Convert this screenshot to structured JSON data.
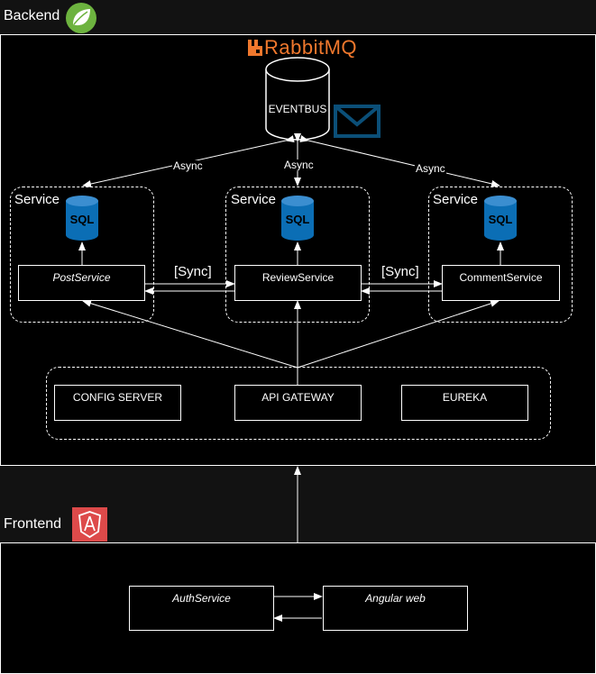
{
  "backend": {
    "label": "Backend",
    "logo_icon": "spring-leaf-icon",
    "rabbitmq_icon": "rabbitmq-logo-icon",
    "rabbitmq_text": "RabbitMQ",
    "eventbus": {
      "label": "EVENTBUS",
      "mail_icon": "envelope-icon"
    },
    "async_label": "Async",
    "sync_label": "[Sync]",
    "service_groups": [
      {
        "label": "Service",
        "db_text": "SQL",
        "service": "PostService"
      },
      {
        "label": "Service",
        "db_text": "SQL",
        "service": "ReviewService"
      },
      {
        "label": "Service",
        "db_text": "SQL",
        "service": "CommentService"
      }
    ],
    "infra": {
      "config_server": "CONFIG SERVER",
      "api_gateway": "API GATEWAY",
      "eureka": "EUREKA"
    }
  },
  "frontend": {
    "label": "Frontend",
    "logo_icon": "angular-shield-icon",
    "auth_service": "AuthService",
    "angular_web": "Angular web"
  },
  "colors": {
    "rabbitmq_orange": "#f0782d",
    "sql_blue": "#0b6eb5",
    "envelope_blue": "#0b4f78",
    "angular_red": "#dd4a4a",
    "spring_green": "#6db33f"
  }
}
